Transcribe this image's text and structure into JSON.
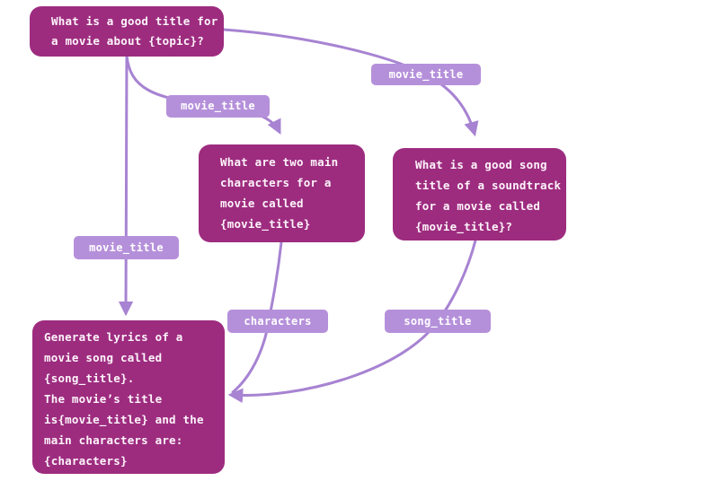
{
  "colors": {
    "background": "#ffffff",
    "node_fill": "#9d2c7f",
    "node_text": "#fdf4fa",
    "label_fill": "#b590da",
    "label_text": "#ffffff",
    "edge": "#a783d2"
  },
  "nodes": {
    "movie_title_prompt": {
      "lines": [
        "What is a good title for",
        "a movie about {topic}?"
      ]
    },
    "characters_prompt": {
      "lines": [
        "What are two main",
        "characters for a",
        "movie called",
        "{movie_title}"
      ]
    },
    "song_title_prompt": {
      "lines": [
        "What is a good song",
        "title of a soundtrack",
        "for a movie called",
        "{movie_title}?"
      ]
    },
    "lyrics_prompt": {
      "lines": [
        "Generate lyrics of a",
        "movie song called",
        "{song_title}.",
        "The movie’s title",
        "is{movie_title} and the",
        "main characters are:",
        "{characters}"
      ]
    }
  },
  "edge_labels": {
    "movie_title_to_characters": "movie_title",
    "movie_title_to_song": "movie_title",
    "movie_title_to_lyrics": "movie_title",
    "characters": "characters",
    "song_title": "song_title"
  }
}
